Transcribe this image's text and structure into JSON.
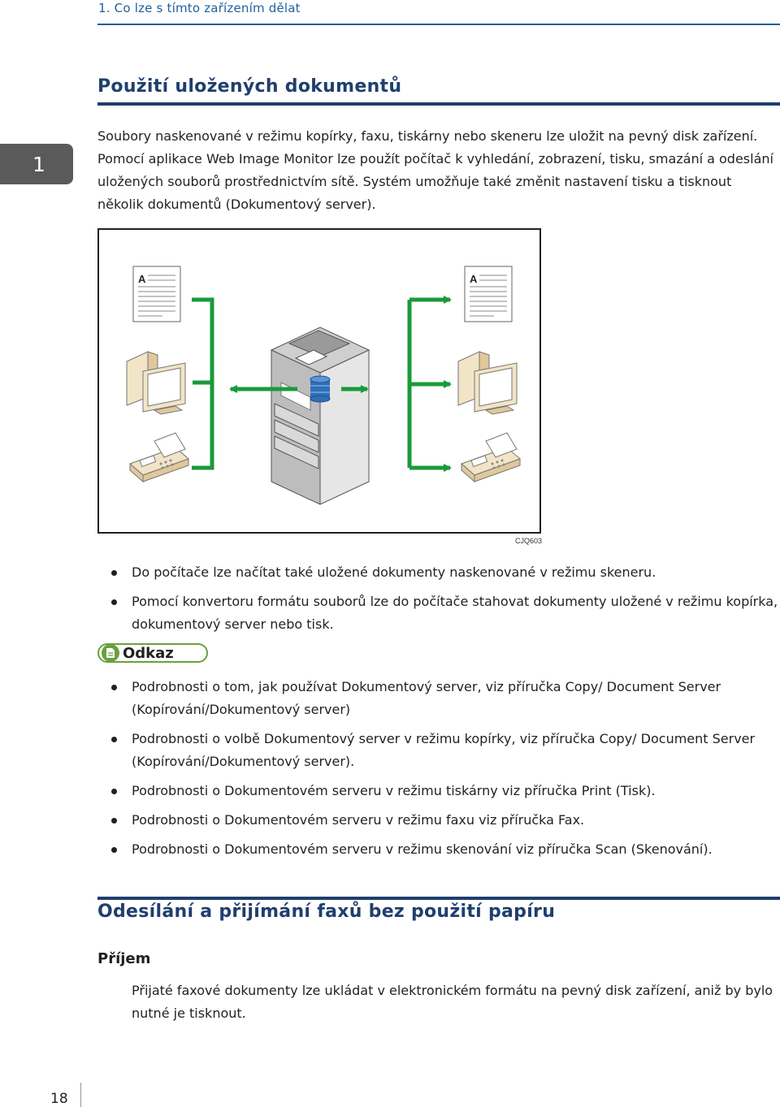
{
  "header": {
    "running_title": "1. Co lze s tímto zařízením dělat"
  },
  "chapter_tab": {
    "number": "1"
  },
  "section1": {
    "title": "Použití uložených dokumentů",
    "intro": "Soubory naskenované v režimu kopírky, faxu, tiskárny nebo skeneru lze uložit na pevný disk zařízení. Pomocí aplikace Web Image Monitor lze použít počítač k vyhledání, zobrazení, tisku, smazání a odeslání uložených souborů prostřednictvím sítě. Systém umožňuje také změnit nastavení tisku a tisknout několik dokumentů (Dokumentový server).",
    "figure": {
      "doc_letter_left": "A",
      "doc_letter_right": "A",
      "code": "CJQ603",
      "colors": {
        "arrows": "#1a9a3a",
        "frame": "#231f20",
        "hdd": "#2e6fb7",
        "device": "#d9d9d9"
      },
      "icons": [
        "document-icon",
        "computer-icon",
        "fax-icon",
        "copier-icon",
        "hard-disk-icon",
        "arrow-icon"
      ]
    },
    "bullets": [
      "Do počítače lze načítat také uložené dokumenty naskenované v režimu skeneru.",
      "Pomocí konvertoru formátu souborů lze do počítače stahovat dokumenty uložené v režimu kopírka, dokumentový server nebo tisk."
    ]
  },
  "note": {
    "label": "Odkaz",
    "accent": "#6aa040",
    "items": [
      "Podrobnosti o tom, jak používat Dokumentový server, viz příručka Copy/ Document Server (Kopírování/Dokumentový server)",
      "Podrobnosti o volbě Dokumentový server v režimu kopírky, viz příručka Copy/ Document Server (Kopírování/Dokumentový server).",
      "Podrobnosti o Dokumentovém serveru v režimu tiskárny viz příručka Print (Tisk).",
      "Podrobnosti o Dokumentovém serveru v režimu faxu viz příručka Fax.",
      "Podrobnosti o Dokumentovém serveru v režimu skenování viz příručka Scan (Skenování)."
    ]
  },
  "section2": {
    "title": "Odesílání a přijímání faxů bez použití papíru",
    "subtitle": "Příjem",
    "text": "Přijaté faxové dokumenty lze ukládat v elektronickém formátu na pevný disk zařízení, aniž by bylo nutné je tisknout."
  },
  "footer": {
    "page_number": "18"
  }
}
